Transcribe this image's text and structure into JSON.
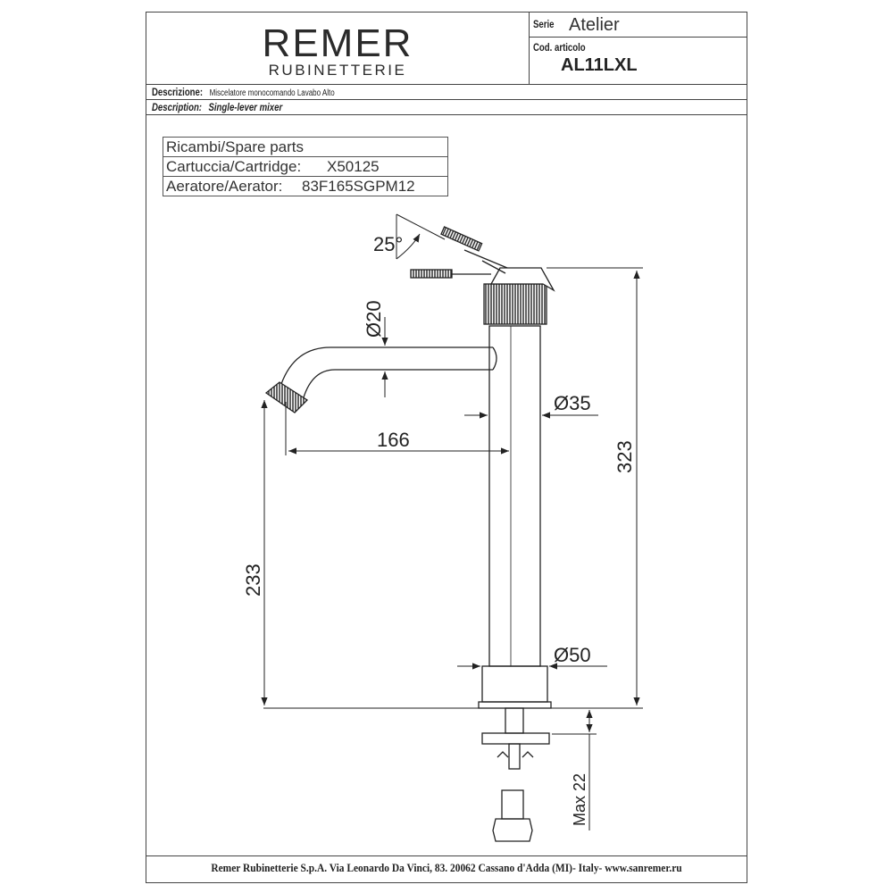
{
  "brand": {
    "name": "REMER",
    "subtitle": "RUBINETTERIE"
  },
  "header": {
    "serie_label": "Serie",
    "serie_value": "Atelier",
    "code_label": "Cod. articolo",
    "code_value": "AL11LXL"
  },
  "description": {
    "it_label": "Descrizione:",
    "it_text": "Miscelatore monocomando Lavabo Alto",
    "en_label": "Description:",
    "en_text": "Single-lever mixer"
  },
  "spare_parts": {
    "title": "Ricambi/Spare parts",
    "rows": [
      {
        "label": "Cartuccia/Cartridge:",
        "value": "X50125"
      },
      {
        "label": "Aeratore/Aerator:",
        "value": "83F165SGPM12"
      }
    ]
  },
  "dimensions": {
    "lever_angle": "25°",
    "spout_diameter": "Ø20",
    "body_diameter": "Ø35",
    "base_diameter": "Ø50",
    "spout_reach": "166",
    "total_height": "323",
    "spout_height": "233",
    "max_thickness": "Max 22"
  },
  "footer": "Remer Rubinetterie S.p.A. Via Leonardo Da Vinci, 83. 20062 Cassano d'Adda (MI)- Italy- www.sanremer.ru"
}
